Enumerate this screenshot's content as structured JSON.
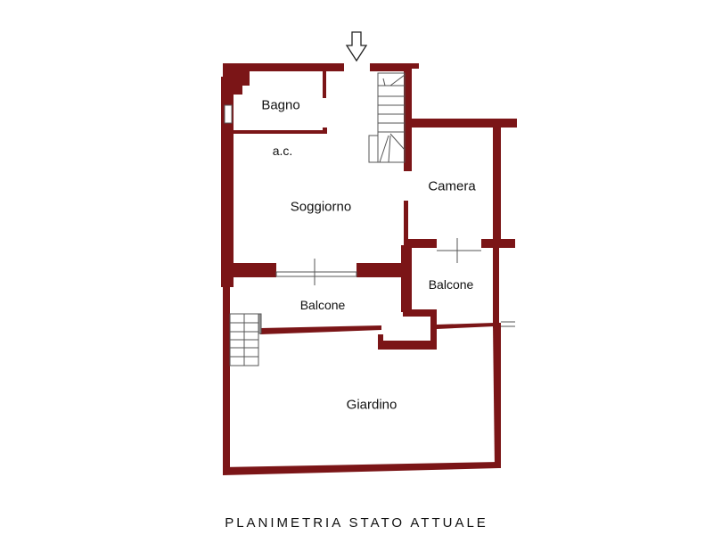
{
  "plan": {
    "title": "PLANIMETRIA STATO ATTUALE",
    "rooms": {
      "bagno": "Bagno",
      "ac": "a.c.",
      "soggiorno": "Soggiorno",
      "camera": "Camera",
      "balcone_right": "Balcone",
      "balcone_left": "Balcone",
      "giardino": "Giardino"
    },
    "colors": {
      "wall": "#7b1517",
      "line": "#555555"
    }
  }
}
